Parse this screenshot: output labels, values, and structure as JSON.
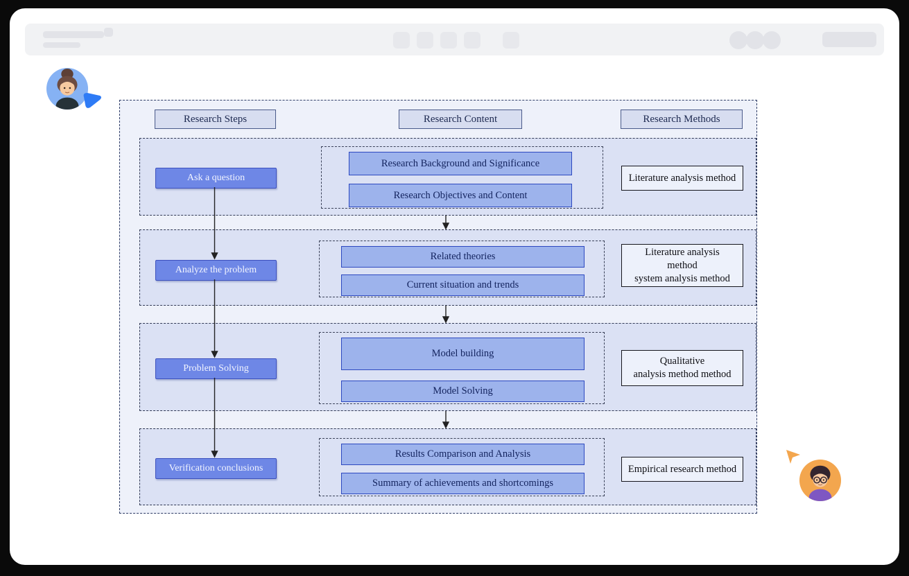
{
  "diagram": {
    "headers": [
      "Research Steps",
      "Research Content",
      "Research Methods"
    ],
    "rows": [
      {
        "step": "Ask a question",
        "contents": [
          "Research Background and Significance",
          "Research Objectives and Content"
        ],
        "method": "Literature analysis method"
      },
      {
        "step": "Analyze the problem",
        "contents": [
          "Related theories",
          "Current situation and trends"
        ],
        "method": "Literature analysis\nmethod\nsystem analysis method"
      },
      {
        "step": "Problem Solving",
        "contents": [
          "Model building",
          "Model Solving"
        ],
        "method": "Qualitative\nanalysis method  method"
      },
      {
        "step": "Verification conclusions",
        "contents": [
          "Results Comparison and Analysis",
          "Summary of achievements and shortcomings"
        ],
        "method": "Empirical research method"
      }
    ],
    "colors": {
      "canvas_bg": "#eef1fa",
      "panel_bg": "#dbe1f4",
      "step_fill": "#6e87e6",
      "step_border": "#3c50bd",
      "content_fill": "#9db3ec",
      "content_border": "#2c48c0"
    }
  },
  "collaboration": {
    "cursor_top_left_color": "#2e7bf6",
    "cursor_bottom_right_color": "#f3a64e"
  }
}
